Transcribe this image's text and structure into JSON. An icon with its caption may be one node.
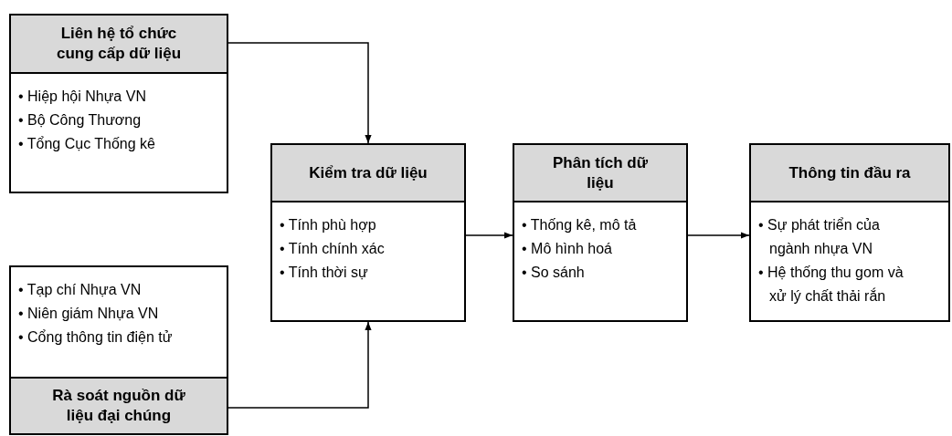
{
  "diagram": {
    "nodes": [
      {
        "text": [
          "Liên hệ tổ chức cung cấp dữ liệu",
          "• Hiệp hội Nhựa VN",
          "• Bộ Công Thương",
          "• Tổng Cục Thống kê"
        ]
      },
      {
        "text": [
          "• Tạp chí Nhựa VN",
          "• Niên giám Nhựa VN",
          "• Cổng thông tin điện tử",
          "Rà soát nguồn dữ liệu đại chúng"
        ]
      },
      {
        "text": [
          "Kiểm tra dữ liệu",
          "• Tính phù hợp",
          "• Tính chính xác",
          "• Tính thời sự"
        ]
      },
      {
        "text": [
          "Phân tích dữ liệu",
          "• Thống kê, mô tả",
          "• Mô hình hoá",
          "• So sánh"
        ]
      },
      {
        "text": [
          "Thông tin đầu ra",
          "• Sự phát triển của ngành nhựa VN",
          "• Hệ thống thu gom và xử lý chất thải rắn"
        ]
      }
    ],
    "edges": [
      {
        "from": 0,
        "to": 2,
        "arrow": "to"
      },
      {
        "from": 1,
        "to": 2,
        "arrow": "to"
      },
      {
        "from": 2,
        "to": 3,
        "arrow": "to"
      },
      {
        "from": 3,
        "to": 4,
        "arrow": "to"
      }
    ]
  }
}
